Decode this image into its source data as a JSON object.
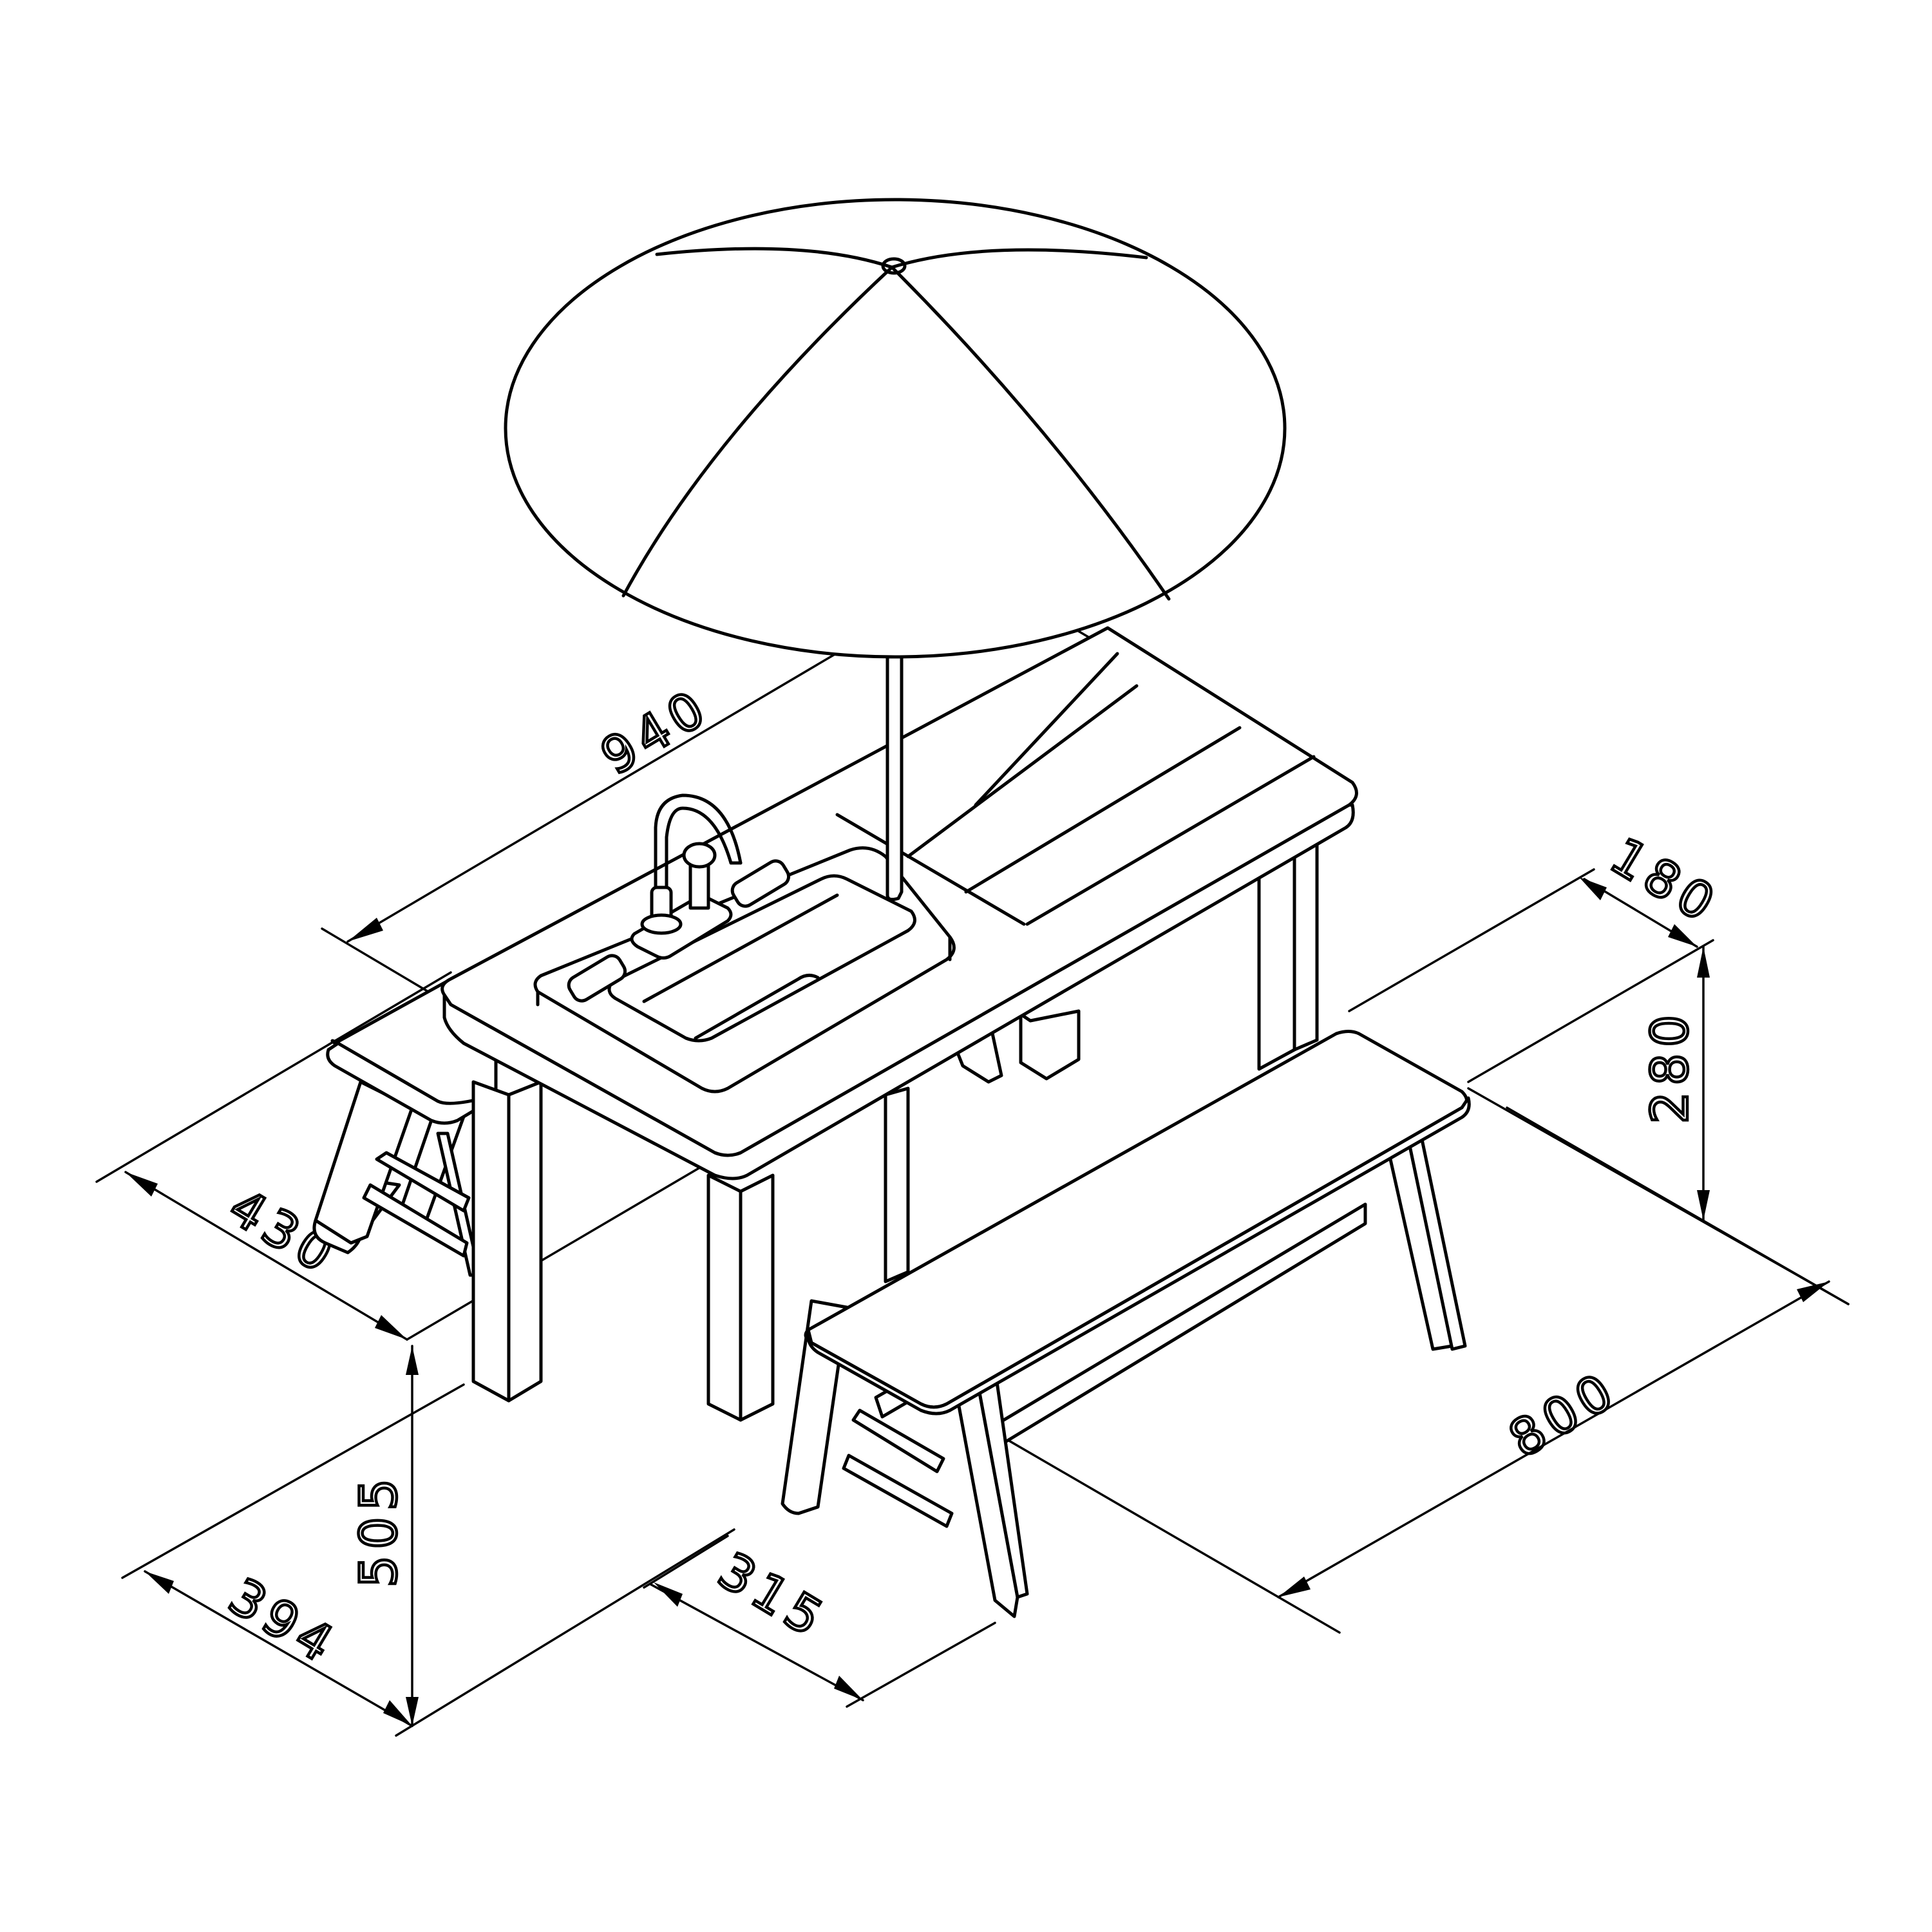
{
  "drawing": {
    "subject": "Children's picnic table with sink, tap and parasol, benches on both sides",
    "line_color": "#000000",
    "background_color": "#ffffff"
  },
  "dimensions": {
    "table_length": "940",
    "table_depth": "430",
    "table_height": "505",
    "leg_span": "394",
    "bench_gap": "315",
    "bench_length": "800",
    "bench_height": "280",
    "bench_depth": "180"
  },
  "parts": {
    "umbrella": "parasol canopy",
    "pole": "parasol pole",
    "sink": "sink basin with two side trays",
    "tap": "faucet",
    "pump": "water pump knob",
    "tabletop": "slatted table top",
    "bench_left": "rear bench",
    "bench_right": "front bench"
  }
}
